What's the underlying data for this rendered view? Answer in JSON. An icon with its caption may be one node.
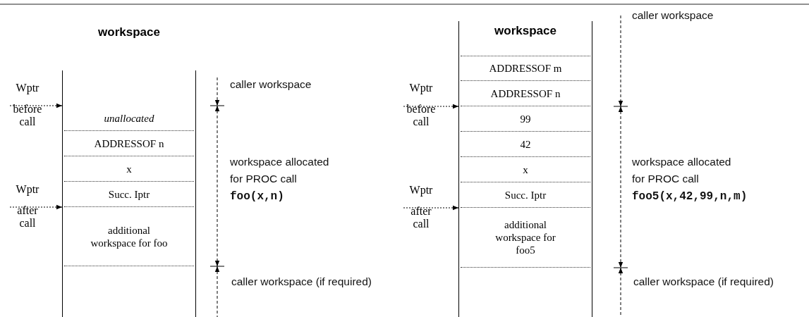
{
  "diagram": {
    "nodes": [
      {
        "text": [
          "workspace"
        ]
      },
      {
        "text": [
          "unallocated"
        ],
        "in": 0
      },
      {
        "text": [
          "ADDRESSOF n"
        ],
        "in": 0
      },
      {
        "text": [
          "x"
        ],
        "in": 0
      },
      {
        "text": [
          "Succ. Iptr"
        ],
        "in": 0
      },
      {
        "text": [
          "additional workspace for foo"
        ],
        "in": 0
      },
      {
        "text": [
          "Wptr",
          "before call"
        ]
      },
      {
        "text": [
          "Wptr",
          "after call"
        ]
      },
      {
        "text": [
          "workspace"
        ]
      },
      {
        "text": [
          "ADDRESSOF m"
        ],
        "in": 8
      },
      {
        "text": [
          "ADDRESSOF n"
        ],
        "in": 8
      },
      {
        "text": [
          "99"
        ],
        "in": 8
      },
      {
        "text": [
          "42"
        ],
        "in": 8
      },
      {
        "text": [
          "x"
        ],
        "in": 8
      },
      {
        "text": [
          "Succ. Iptr"
        ],
        "in": 8
      },
      {
        "text": [
          "additional workspace for foo5"
        ],
        "in": 8
      },
      {
        "text": [
          "Wptr",
          "before call"
        ]
      },
      {
        "text": [
          "Wptr",
          "after call"
        ]
      }
    ],
    "edges": [
      {
        "from": 6,
        "to": 0,
        "arrow": "to",
        "style": "dashed"
      },
      {
        "from": 7,
        "to": 0,
        "arrow": "to",
        "style": "dashed"
      },
      {
        "from": 16,
        "to": 8,
        "arrow": "to",
        "style": "dashed"
      },
      {
        "from": 17,
        "to": 8,
        "arrow": "to",
        "style": "dashed"
      }
    ],
    "labels": [
      "caller workspace",
      "workspace allocated for PROC call",
      "foo(x,n)",
      "caller workspace (if required)",
      "caller workspace",
      "workspace allocated for PROC call",
      "foo5(x,42,99,n,m)",
      "caller workspace (if required)"
    ]
  }
}
